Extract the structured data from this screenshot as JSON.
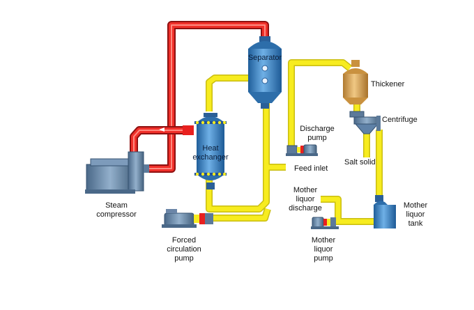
{
  "diagram": {
    "components": {
      "steam_compressor": "Steam\ncompressor",
      "forced_circulation_pump": "Forced\ncirculation\npump",
      "heat_exchanger": "Heat\nexchanger",
      "separator": "Separator",
      "discharge_pump": "Discharge\npump",
      "feed_inlet": "Feed inlet",
      "thickener": "Thickener",
      "centrifuge": "Centrifuge",
      "salt_solid": "Salt solid",
      "mother_liquor_discharge": "Mother\nliquor\ndischarge",
      "mother_liquor_pump": "Mother\nliquor\npump",
      "mother_liquor_tank": "Mother\nliquor\ntank"
    },
    "colors": {
      "steam_pipe": "#e8201f",
      "liquid_pipe": "#f7ec1f",
      "equipment": "#3f86c4",
      "thickener": "#d9a456",
      "pump_base": "#6b86a8",
      "flange": "#1d4f9a"
    }
  }
}
